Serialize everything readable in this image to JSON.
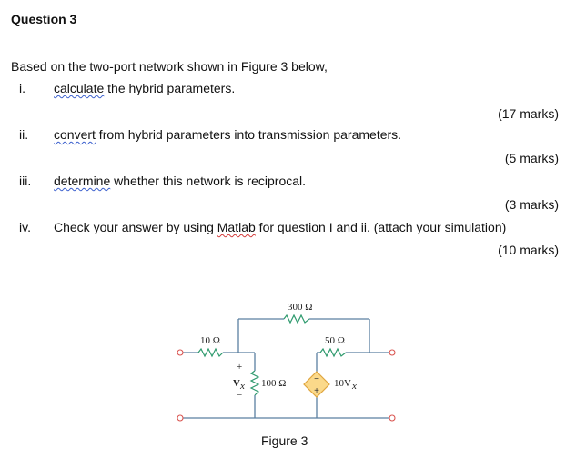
{
  "question": {
    "title": "Question 3",
    "intro": "Based on the two-port network shown in Figure 3 below,",
    "items": [
      {
        "num": "i.",
        "keyword": "calculate",
        "rest": " the hybrid parameters.",
        "marks": "(17 marks)"
      },
      {
        "num": "ii.",
        "keyword": "convert",
        "rest": " from hybrid parameters into transmission parameters.",
        "marks": "(5 marks)"
      },
      {
        "num": "iii.",
        "keyword": "determine",
        "rest": " whether this network is reciprocal.",
        "marks": "(3 marks)"
      },
      {
        "num": "iv.",
        "pre": "Check your answer by using ",
        "keyword": "Matlab",
        "rest": " for question I and ii. (attach your simulation)",
        "marks": "(10 marks)"
      }
    ]
  },
  "figure": {
    "caption": "Figure 3",
    "labels": {
      "r1": "10 Ω",
      "r2": "300 Ω",
      "r3": "50 Ω",
      "r4": "100 Ω",
      "vx": "V",
      "vx_sub": "x",
      "plus": "+",
      "minus": "−",
      "src": "10V",
      "src_sub": "x",
      "src_minus": "−",
      "src_plus": "+"
    },
    "colors": {
      "wire": "#5a7fa0",
      "resistor": "#2f9a6e",
      "terminal": "#d9534f",
      "source_fill": "#fbd98a",
      "source_stroke": "#e0a640"
    }
  }
}
